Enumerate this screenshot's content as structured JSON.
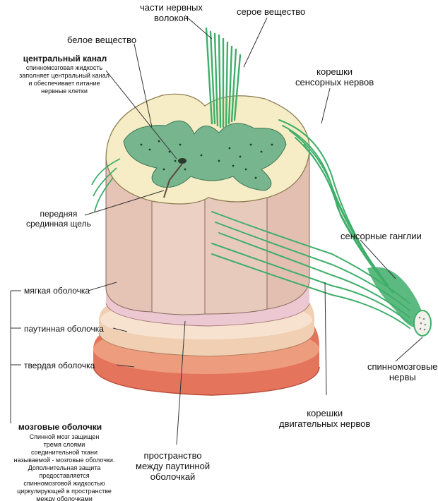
{
  "labels": {
    "fiber_parts": "части нервных\nволокон",
    "gray_matter": "серое вещество",
    "white_matter": "белое вещество",
    "central_canal_title": "центральный канал",
    "central_canal_desc": "спинномозговая жидкость\nзаполняет центральный канал\nи обеспечивает питание\nнервные клетки",
    "sensory_roots": "корешки\nсенсорных нервов",
    "anterior_fissure": "передняя\nсрединная щель",
    "sensory_ganglia": "сенсорные ганглии",
    "pia_mater": "мягкая оболочка",
    "arachnoid": "паутинная оболочка",
    "dura_mater": "твердая оболочка",
    "spinal_nerves": "спинномозговые\nнервы",
    "motor_roots": "корешки\nдвигательных нервов",
    "meninges_title": "мозговые оболочки",
    "meninges_desc": "Спинной мозг защищен\nтремя слоями\nсоединительной ткани\nназываемой - мозговые оболочки.\nДополнительная защита\nпредоставляется\nспинномозговой жидкостью\nциркулирующей в пространстве\nмежду оболочками",
    "subarachnoid_space": "пространство\nмежду паутинной\nоболочкай"
  },
  "colors": {
    "white_matter": "#f6ecc6",
    "gray_matter": "#77b58e",
    "nerve_green": "#3fae6a",
    "column_pink": "#e8c9bd",
    "pia": "#ecc8d2",
    "arachnoid": "#f2d6c0",
    "dura": "#e4745c",
    "line": "#333333"
  }
}
